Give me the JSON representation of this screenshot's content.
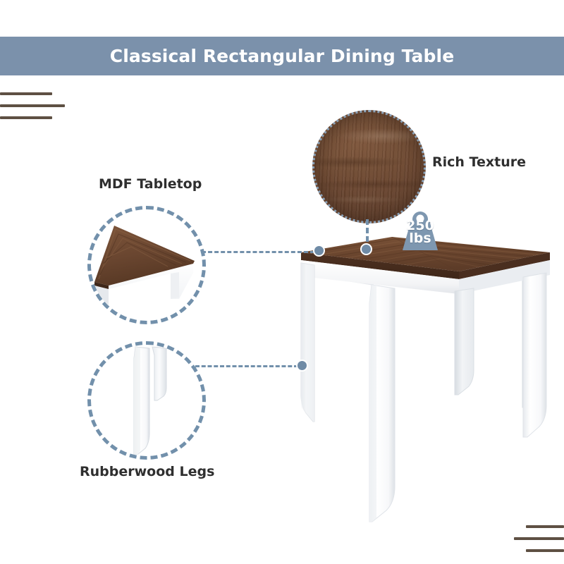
{
  "header": {
    "title": "Classical Rectangular Dining Table",
    "band_color": "#7b91ab",
    "title_color": "#ffffff"
  },
  "decor": {
    "rule_color": "#5e5043",
    "top_left_rules": [
      "short",
      "long",
      "short"
    ],
    "bottom_right_rules": [
      "short",
      "long",
      "short"
    ]
  },
  "callouts": [
    {
      "id": "mdf-tabletop",
      "label": "MDF Tabletop",
      "bubble_style": "dashed-circle",
      "accent_color": "#7290ab",
      "subject": "table-corner-detail"
    },
    {
      "id": "rich-texture",
      "label": "Rich Texture",
      "bubble_style": "dotted-circle",
      "accent_color": "#8ba2b8",
      "subject": "wood-grain-swatch"
    },
    {
      "id": "rubberwood-legs",
      "label": "Rubberwood Legs",
      "bubble_style": "dashed-circle",
      "accent_color": "#7290ab",
      "subject": "white-table-legs"
    }
  ],
  "weight_badge": {
    "value": "250",
    "unit": "lbs",
    "icon": "weight-icon",
    "color": "#7e97b0",
    "text_color": "#ffffff"
  },
  "product": {
    "name": "Classical Rectangular Dining Table",
    "tabletop_color": "#6d4831",
    "frame_color": "#ffffff",
    "tabletop_material": "MDF",
    "leg_material": "Rubberwood"
  },
  "colors": {
    "accent": "#7b91ab",
    "connector": "#7290ab",
    "wood_dark": "#5e3d2a",
    "wood_mid": "#6d4831",
    "wood_light": "#7d553a",
    "label_text": "#2f2f2f",
    "background": "#ffffff"
  }
}
